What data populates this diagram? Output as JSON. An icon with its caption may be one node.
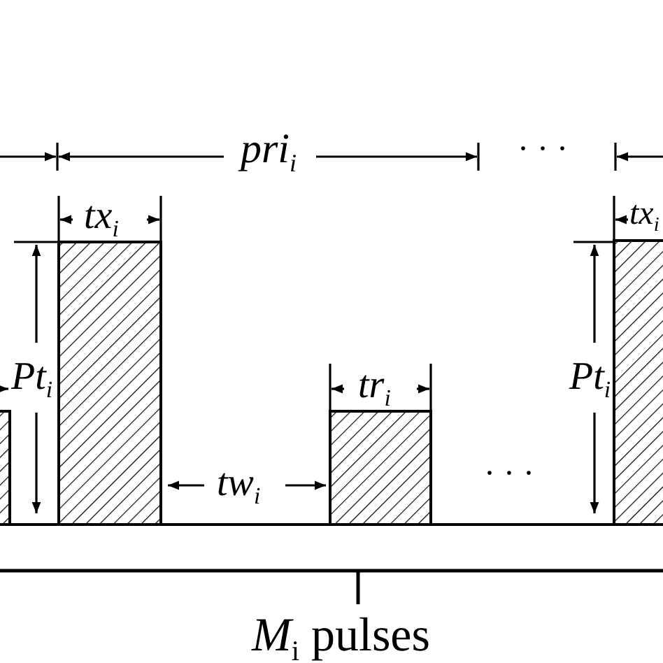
{
  "diagram": {
    "labels": [
      "pri$_{i}$",
      "· · ·",
      "tx$_{i}$",
      "Pt$_{i}$",
      "tw$_{i}$",
      "tr$_{i}$",
      "· · ·",
      "Pt$_{i}$",
      "tx$_{i}$",
      "*M*$_{i}$ pulses"
    ]
  }
}
